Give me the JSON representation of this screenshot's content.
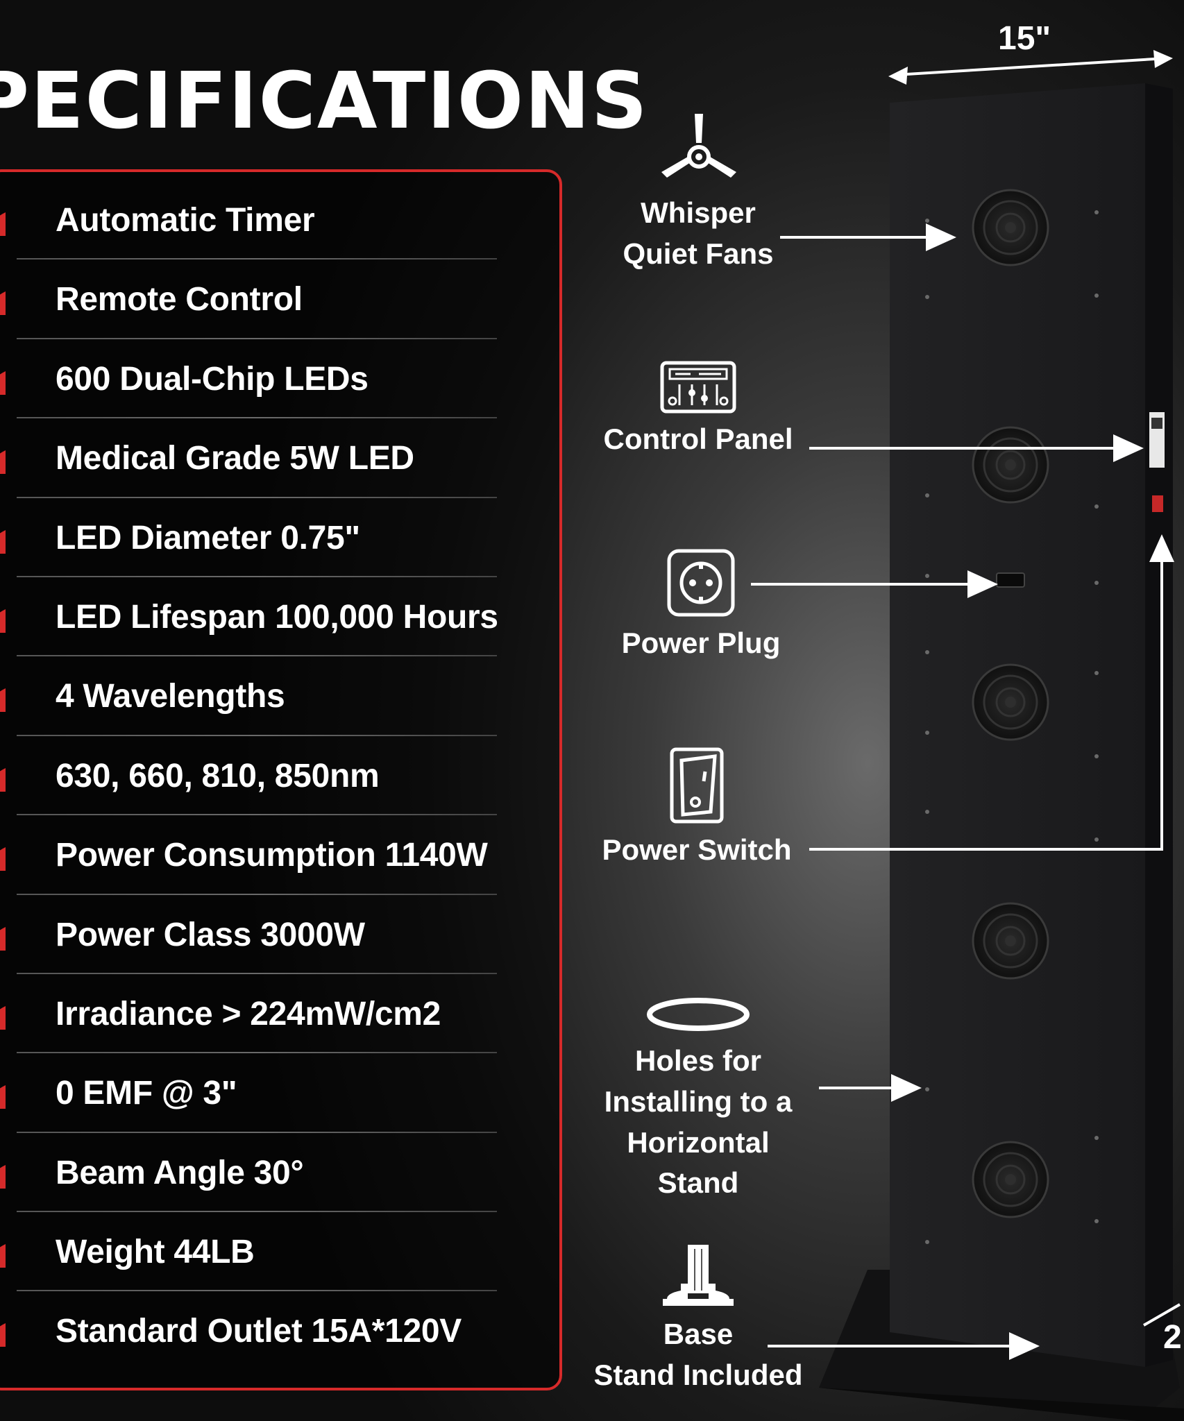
{
  "title": "PECIFICATIONS",
  "dimensions": {
    "width_label": "15\"",
    "depth_label": "2"
  },
  "specs": [
    "Automatic Timer",
    "Remote Control",
    "600 Dual-Chip LEDs",
    "Medical Grade 5W LED",
    "LED Diameter 0.75\"",
    "LED Lifespan 100,000 Hours",
    "4 Wavelengths",
    "630, 660, 810, 850nm",
    "Power Consumption 1140W",
    "Power Class 3000W",
    "Irradiance > 224mW/cm2",
    "0 EMF @ 3\"",
    "Beam Angle 30°",
    "Weight 44LB",
    "Standard Outlet 15A*120V"
  ],
  "features": {
    "fans": {
      "label": "Whisper\nQuiet Fans",
      "icon": "fan-icon"
    },
    "control_panel": {
      "label": "Control Panel",
      "icon": "control-panel-icon"
    },
    "power_plug": {
      "label": "Power Plug",
      "icon": "power-plug-icon"
    },
    "power_switch": {
      "label": "Power Switch",
      "icon": "power-switch-icon"
    },
    "holes": {
      "label": "Holes for\nInstalling to a\nHorizontal\nStand",
      "icon": "ring-icon"
    },
    "base": {
      "label": "Base\nStand Included",
      "icon": "base-stand-icon"
    }
  },
  "colors": {
    "accent": "#d62a2a",
    "text": "#ffffff",
    "panel": "#1c1c1e"
  }
}
